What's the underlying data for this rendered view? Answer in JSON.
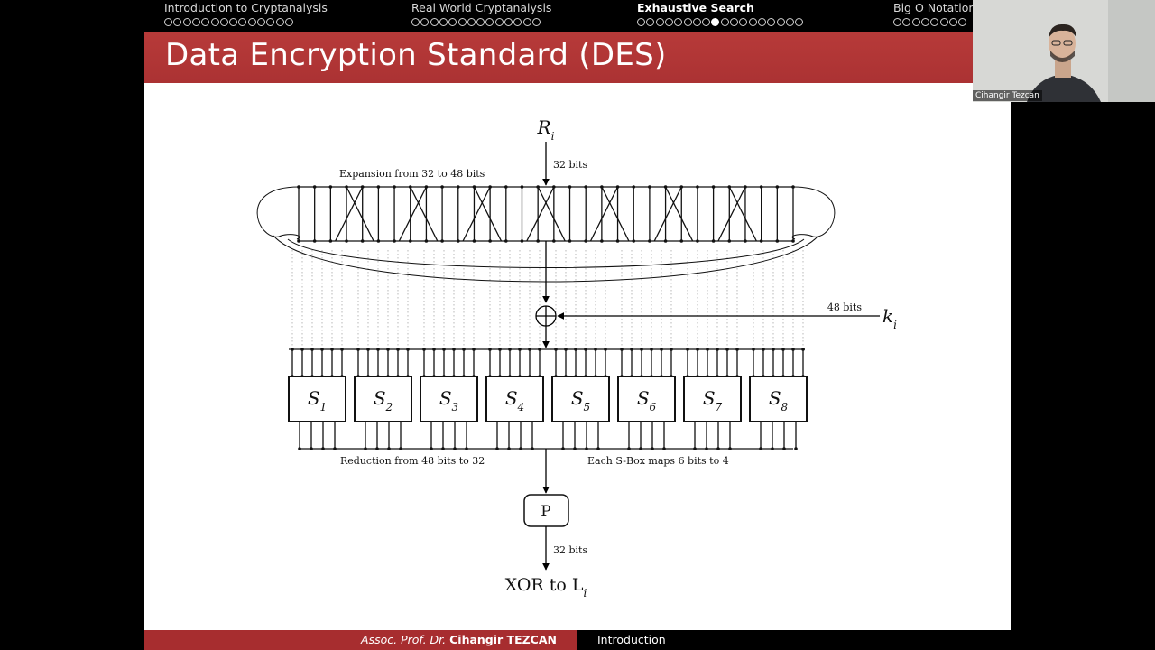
{
  "nav": {
    "sections": [
      {
        "label": "Introduction to Cryptanalysis",
        "dots": 14,
        "filled": -1,
        "active": false
      },
      {
        "label": "Real World Cryptanalysis",
        "dots": 14,
        "filled": -1,
        "active": false
      },
      {
        "label": "Exhaustive Search",
        "dots": 18,
        "filled": 8,
        "active": true
      },
      {
        "label": "Big O Notation",
        "dots": 8,
        "filled": -1,
        "active": false
      }
    ]
  },
  "slide": {
    "title": "Data Encryption Standard (DES)"
  },
  "diagram": {
    "input": "R",
    "input_sub": "i",
    "bits_in": "32 bits",
    "expansion_label": "Expansion from 32 to 48 bits",
    "bits_key": "48 bits",
    "key": "k",
    "key_sub": "i",
    "sboxes": [
      {
        "name": "S",
        "sub": "1"
      },
      {
        "name": "S",
        "sub": "2"
      },
      {
        "name": "S",
        "sub": "3"
      },
      {
        "name": "S",
        "sub": "4"
      },
      {
        "name": "S",
        "sub": "5"
      },
      {
        "name": "S",
        "sub": "6"
      },
      {
        "name": "S",
        "sub": "7"
      },
      {
        "name": "S",
        "sub": "8"
      }
    ],
    "reduction_label": "Reduction from 48 bits to 32",
    "sbox_label": "Each S-Box maps 6 bits to 4",
    "perm": "P",
    "bits_out": "32 bits",
    "output": "XOR to L",
    "output_sub": "i"
  },
  "footer": {
    "author_prefix": "Assoc. Prof. Dr.",
    "author_name": "Cihangir TEZCAN",
    "section": "Introduction"
  },
  "camera": {
    "participant": "Cihangir Tezcan"
  }
}
